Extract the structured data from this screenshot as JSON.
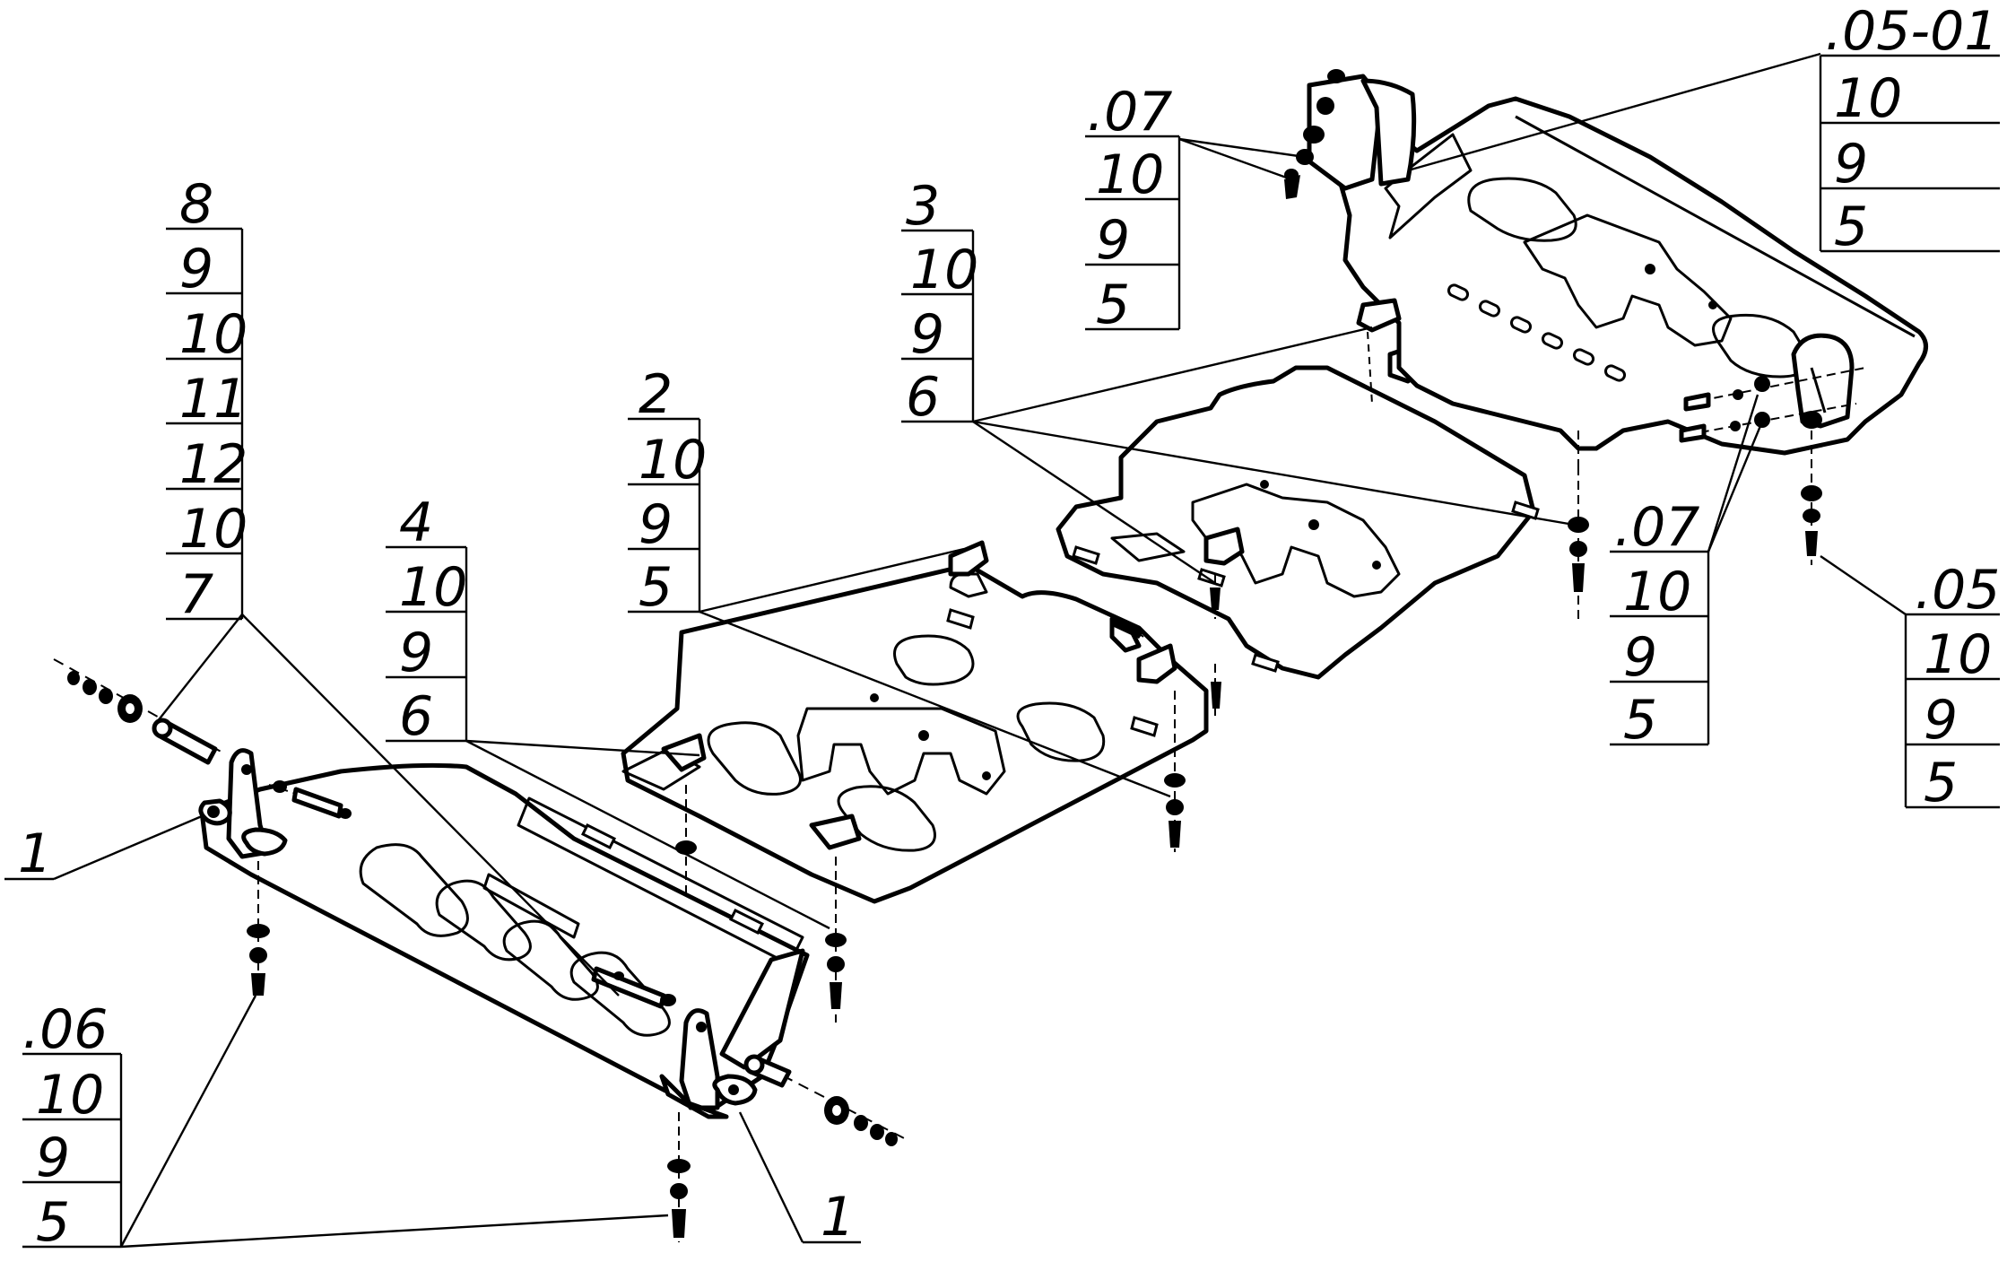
{
  "callouts": [
    {
      "id": "c8",
      "items": [
        "8",
        "9",
        "10",
        "11",
        "12",
        "10",
        "7"
      ]
    },
    {
      "id": "c4",
      "items": [
        "4",
        "10",
        "9",
        "6"
      ]
    },
    {
      "id": "c2",
      "items": [
        "2",
        "10",
        "9",
        "5"
      ]
    },
    {
      "id": "c3",
      "items": [
        "3",
        "10",
        "9",
        "6"
      ]
    },
    {
      "id": "c07a",
      "items": [
        ".07",
        "10",
        "9",
        "5"
      ]
    },
    {
      "id": "c0501",
      "items": [
        ".05-01",
        "10",
        "9",
        "5"
      ]
    },
    {
      "id": "c07b",
      "items": [
        ".07",
        "10",
        "9",
        "5"
      ]
    },
    {
      "id": "c05",
      "items": [
        ".05",
        "10",
        "9",
        "5"
      ]
    },
    {
      "id": "c06",
      "items": [
        ".06",
        "10",
        "9",
        "5"
      ]
    }
  ],
  "single_labels": [
    {
      "id": "p1a",
      "text": "1"
    },
    {
      "id": "p1b",
      "text": "1"
    }
  ]
}
